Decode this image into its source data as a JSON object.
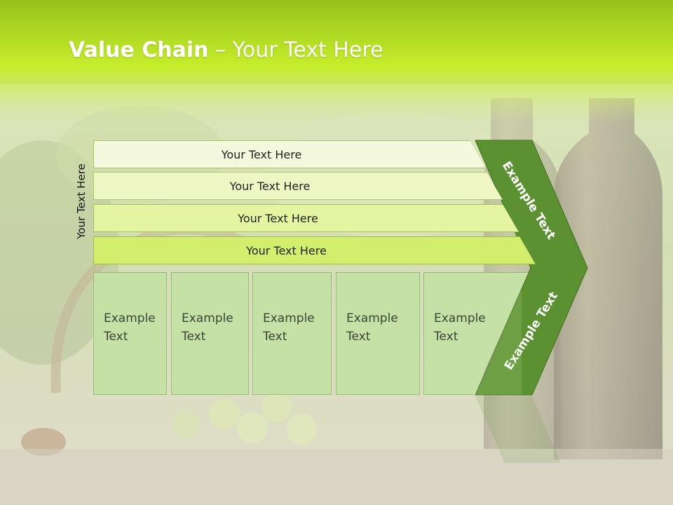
{
  "slide": {
    "title_bold": "Value Chain",
    "title_rest": " – Your Text Here",
    "side_label": "Your Text Here"
  },
  "rows": [
    {
      "label": "Your Text Here"
    },
    {
      "label": "Your Text Here"
    },
    {
      "label": "Your Text Here"
    },
    {
      "label": "Your Text Here"
    }
  ],
  "boxes": [
    {
      "line1": "Example",
      "line2": "Text"
    },
    {
      "line1": "Example",
      "line2": "Text"
    },
    {
      "line1": "Example",
      "line2": "Text"
    },
    {
      "line1": "Example",
      "line2": "Text"
    },
    {
      "line1": "Example",
      "line2": "Text"
    }
  ],
  "chevron": {
    "top_label": "Example Text",
    "bottom_label": "Example Text",
    "color": "#5b9130"
  },
  "colors": {
    "header_green": "#c3ea2a",
    "box_fill": "#c5e1a5"
  }
}
